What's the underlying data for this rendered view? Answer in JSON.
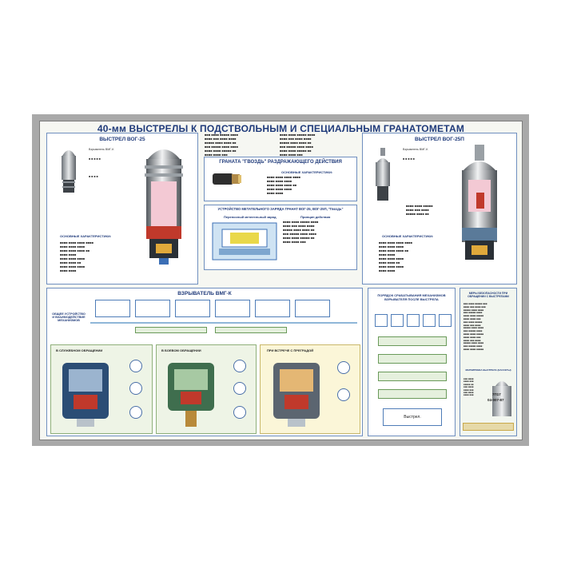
{
  "poster": {
    "title": "40-мм ВЫСТРЕЛЫ К ПОДСТВОЛЬНЫМ И СПЕЦИАЛЬНЫМ ГРАНАТОМЕТАМ"
  },
  "vog25": {
    "title": "ВЫСТРЕЛ ВОГ-25",
    "char_title": "ОСНОВНЫЕ ХАРАКТЕРИСТИКИ:",
    "fuze_label": "Взрыватель ВМГ-К"
  },
  "vog25p": {
    "title": "ВЫСТРЕЛ ВОГ-25П",
    "char_title": "ОСНОВНЫЕ ХАРАКТЕРИСТИКИ:",
    "fuze_label": "Взрыватель ВМГ-К"
  },
  "gvozd": {
    "title": "ГРАНАТА \"ГВОЗДЬ\" РАЗДРАЖАЮЩЕГО ДЕЙСТВИЯ",
    "char_title": "ОСНОВНЫЕ ХАРАКТЕРИСТИКИ:"
  },
  "charge": {
    "title": "УСТРОЙСТВО МЕТАТЕЛЬНОГО ЗАРЯДА ГРАНАТ ВОГ-25, ВОГ-25П, \"Гвоздь\"",
    "subtitle": "Переносный метательный заряд",
    "principle": "Принцип действия"
  },
  "fuze": {
    "title": "ВЗРЫВАТЕЛЬ ВМГ-К",
    "general": "ОБЩЕЕ УСТРОЙСТВО И ВЗАИМОДЕЙСТВИЕ МЕХАНИЗМОВ",
    "states": [
      "В СЛУЖЕБНОМ ОБРАЩЕНИИ",
      "В БОЕВОМ ОБРАЩЕНИИ",
      "ПРИ ВСТРЕЧЕ С ПРЕГРАДОЙ"
    ]
  },
  "sequence": {
    "title": "ПОРЯДОК СРАБАТЫВАНИЯ МЕХАНИЗМОВ ВЗРЫВАТЕЛЯ ПОСЛЕ ВЫСТРЕЛА",
    "final": "Выстрел."
  },
  "safety": {
    "title": "МЕРЫ БЕЗОПАСНОСТИ ПРИ ОБРАЩЕНИИ С ВЫСТРЕЛАМИ",
    "cartridge_title": "МАРКИРОВКА ВЫСТРЕЛА (КАССЕТЫ)",
    "marking_line1": "7П17",
    "marking_line2": "04-007-87"
  },
  "colors": {
    "accent": "#1f3a7a",
    "panel_border": "#6f8fbf",
    "frame": "#a9a9a9"
  }
}
